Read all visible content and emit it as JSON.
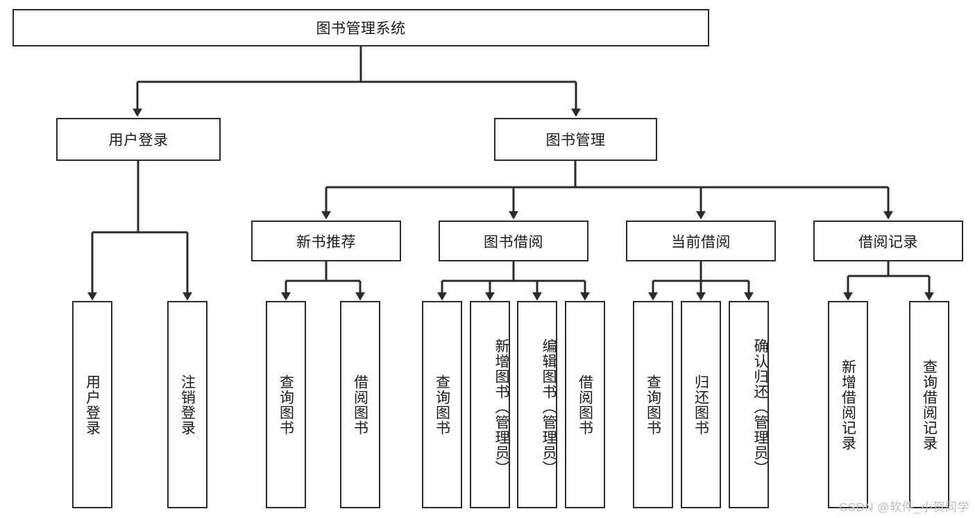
{
  "diagram": {
    "type": "tree-hierarchy-functional-decomposition",
    "title": "图书管理系统",
    "root": {
      "label": "图书管理系统"
    },
    "level2": [
      {
        "label": "用户登录"
      },
      {
        "label": "图书管理"
      }
    ],
    "level3": [
      {
        "label": "新书推荐"
      },
      {
        "label": "图书借阅"
      },
      {
        "label": "当前借阅"
      },
      {
        "label": "借阅记录"
      }
    ],
    "leaves": {
      "user_login": [
        {
          "label": "用户登录"
        },
        {
          "label": "注销登录"
        }
      ],
      "new_book_recommend": [
        {
          "label": "查询图书"
        },
        {
          "label": "借阅图书"
        }
      ],
      "book_borrow": [
        {
          "label": "查询图书"
        },
        {
          "label": "新增图书（管理员）"
        },
        {
          "label": "编辑图书（管理员）"
        },
        {
          "label": "借阅图书"
        }
      ],
      "current_borrow": [
        {
          "label": "查询图书"
        },
        {
          "label": "归还图书"
        },
        {
          "label": "确认归还（管理员）"
        }
      ],
      "borrow_record": [
        {
          "label": "新增借阅记录"
        },
        {
          "label": "查询借阅记录"
        }
      ]
    },
    "watermark": "CSDN @软件_小贺同学",
    "colors": {
      "stroke": "#2b2b2b",
      "fill": "#ffffff",
      "text": "#1a1a1a",
      "watermark": "#bdbdbd"
    }
  }
}
